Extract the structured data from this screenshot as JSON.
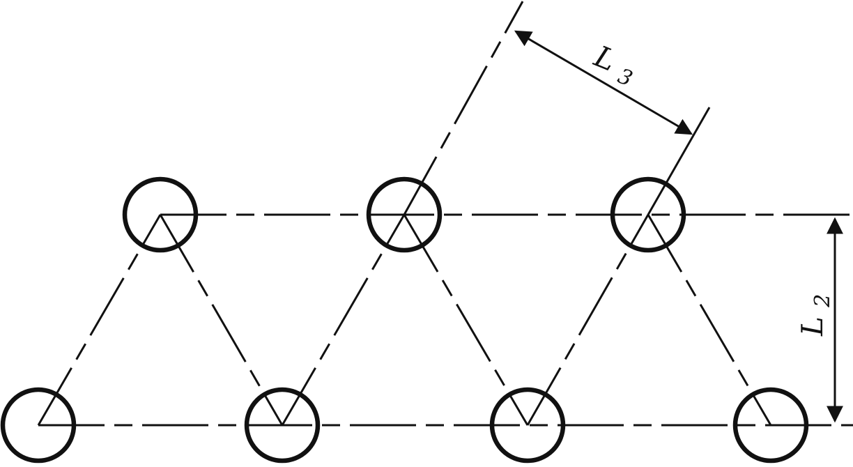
{
  "diagram": {
    "title": "",
    "labels": {
      "l3_main": "L",
      "l3_sub": "3",
      "l2_main": "L",
      "l2_sub": "2"
    },
    "elements": {
      "holes_top_row": 3,
      "holes_bottom_row": 4
    }
  }
}
